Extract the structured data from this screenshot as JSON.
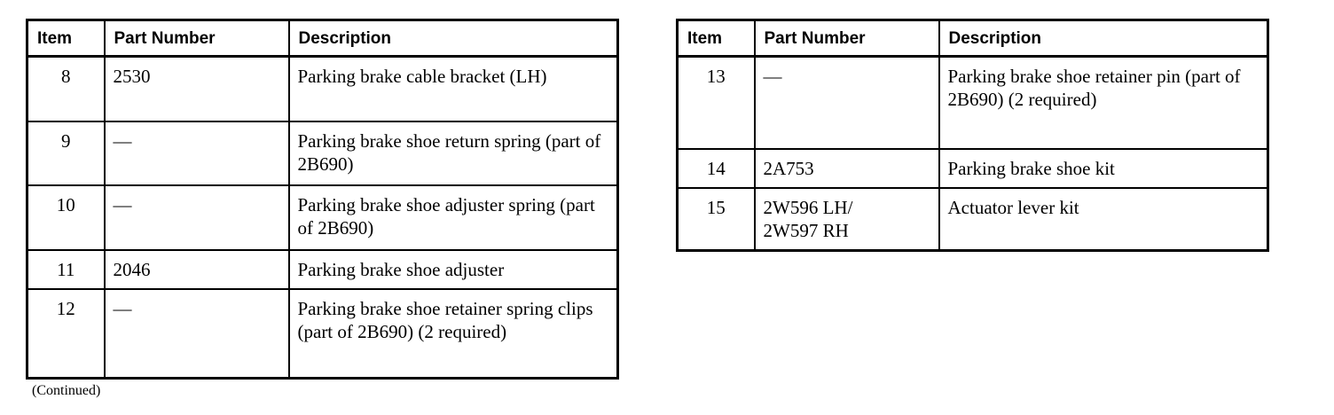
{
  "document": {
    "continued_note": "(Continued)"
  },
  "columns": {
    "item": "Item",
    "part_number": "Part Number",
    "description": "Description"
  },
  "tables": [
    {
      "id": "table-left",
      "headers": {
        "item": "Item",
        "part_number": "Part Number",
        "description": "Description"
      },
      "rows": [
        {
          "item": "8",
          "part_number": "2530",
          "description": "Parking brake cable bracket (LH)"
        },
        {
          "item": "9",
          "part_number": "—",
          "description": "Parking brake shoe return spring (part of 2B690)"
        },
        {
          "item": "10",
          "part_number": "—",
          "description": "Parking brake shoe adjuster spring (part of 2B690)"
        },
        {
          "item": "11",
          "part_number": "2046",
          "description": "Parking brake shoe adjuster"
        },
        {
          "item": "12",
          "part_number": "—",
          "description": "Parking brake shoe retainer spring clips (part of 2B690) (2 required)"
        }
      ]
    },
    {
      "id": "table-right",
      "headers": {
        "item": "Item",
        "part_number": "Part Number",
        "description": "Description"
      },
      "rows": [
        {
          "item": "13",
          "part_number": "—",
          "description": "Parking brake shoe retainer pin (part of 2B690) (2 required)"
        },
        {
          "item": "14",
          "part_number": "2A753",
          "description": "Parking brake shoe kit"
        },
        {
          "item": "15",
          "part_number": "2W596 LH/\n2W597 RH",
          "description": "Actuator lever kit"
        }
      ]
    }
  ],
  "colors": {
    "background": "#ffffff",
    "text": "#000000",
    "border": "#000000"
  }
}
